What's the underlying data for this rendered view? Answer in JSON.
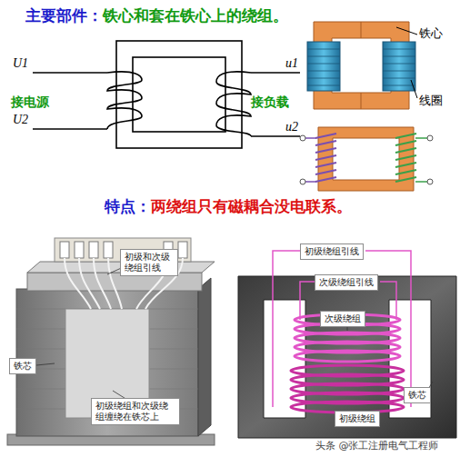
{
  "diagram": {
    "nodes": [
      {
        "text": [
          "初级和次级绕组引线"
        ]
      },
      {
        "text": [
          "铁芯"
        ]
      },
      {
        "text": [
          "初级绕组和次级绕组缠绕在铁芯上"
        ]
      },
      {
        "text": [
          "初级绕组引线"
        ]
      },
      {
        "text": [
          "次级绕组引线"
        ]
      },
      {
        "text": [
          "次级绕组"
        ]
      },
      {
        "text": [
          "铁芯"
        ]
      },
      {
        "text": [
          "初级绕组"
        ]
      }
    ],
    "labels": [
      "主要部件：",
      "铁心和套在铁心上的绕组。",
      "U1",
      "接电源",
      "U2",
      "u1",
      "接负载",
      "u2",
      "铁心",
      "线圈",
      "特点：",
      "两绕组只有磁耦合没电联系。",
      "头条 @张工注册电气工程师"
    ]
  }
}
